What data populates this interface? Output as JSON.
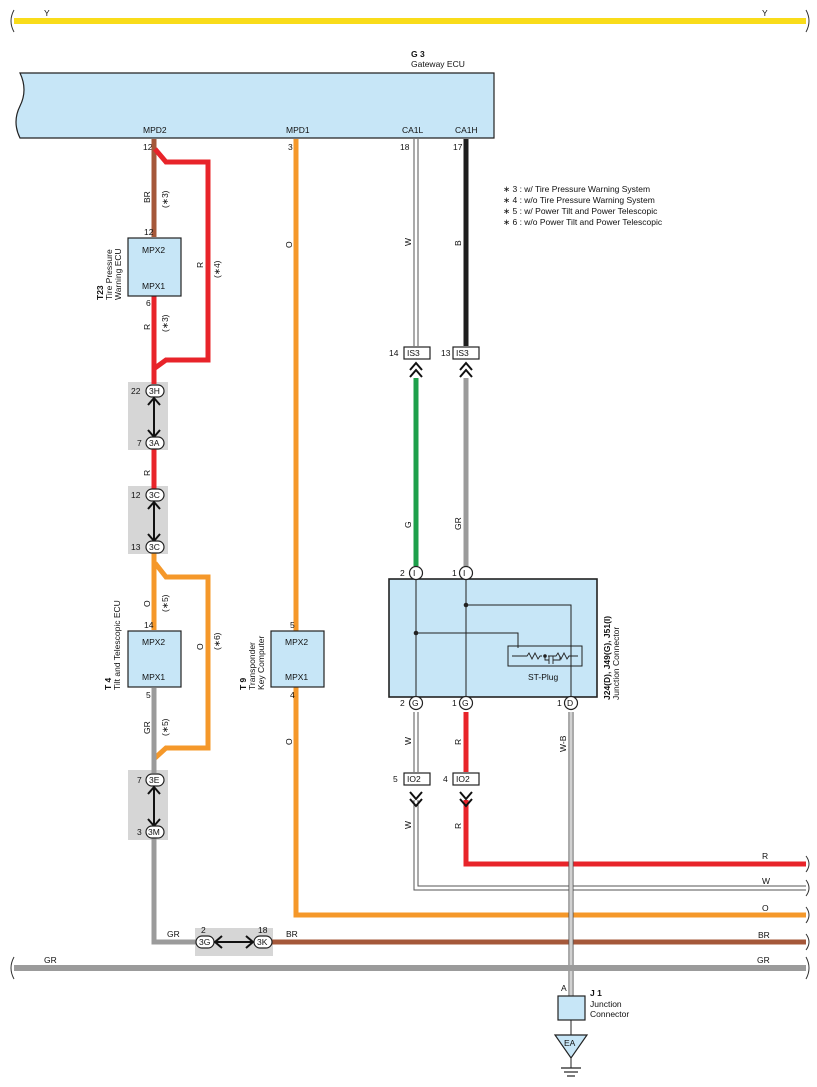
{
  "colors": {
    "Y": "#f9dc1a",
    "BR": "#a5583a",
    "R": "#e8242a",
    "O": "#f5982a",
    "W": "#ffffff",
    "B": "#1e1e1e",
    "G": "#1ea04b",
    "GR": "#9b9b9b",
    "ecu_fill": "#c7e6f7",
    "conn_bg": "#d6d6d6"
  },
  "top_bus": {
    "left": "Y",
    "right": "Y"
  },
  "bottom_bus": {
    "left": "GR",
    "right": "GR"
  },
  "gateway": {
    "code": "G 3",
    "name": "Gateway ECU",
    "terminals": [
      "MPD2",
      "MPD1",
      "CA1L",
      "CA1H"
    ],
    "pins": [
      "12",
      "3",
      "18",
      "17"
    ]
  },
  "notes": [
    "∗ 3 : w/ Tire Pressure Warning System",
    "∗ 4 : w/o Tire Pressure Warning System",
    "∗ 5 : w/ Power Tilt and Power Telescopic",
    "∗ 6 : w/o Power Tilt and Power Telescopic"
  ],
  "t23": {
    "code": "T23",
    "line1": "Tire Pressure",
    "line2": "Warning ECU",
    "top": "MPX2",
    "bottom": "MPX1",
    "pin_top": "12",
    "pin_bottom": "6"
  },
  "t4": {
    "code": "T 4",
    "name": "Tilt and Telescopic ECU",
    "top": "MPX2",
    "bottom": "MPX1",
    "pin_top": "14",
    "pin_bottom": "5"
  },
  "t9": {
    "code": "T 9",
    "line1": "Transponder",
    "line2": "Key Computer",
    "top": "MPX2",
    "bottom": "MPX1",
    "pin_top": "5",
    "pin_bottom": "4"
  },
  "junction": {
    "code": "J24(D), J49(G), J51(I)",
    "name": "Junction Connector",
    "plug": "ST-Plug",
    "top_pins": [
      {
        "num": "2",
        "id": "I"
      },
      {
        "num": "1",
        "id": "I"
      }
    ],
    "bottom_pins": [
      {
        "num": "2",
        "id": "G"
      },
      {
        "num": "1",
        "id": "G"
      },
      {
        "num": "1",
        "id": "D"
      }
    ]
  },
  "j1": {
    "code": "J 1",
    "line1": "Junction",
    "line2": "Connector",
    "pin": "A",
    "ground": "EA"
  },
  "connectors": {
    "c3H": {
      "pin": "22",
      "id": "3H"
    },
    "c3A": {
      "pin": "7",
      "id": "3A"
    },
    "c3C_top": {
      "pin": "12",
      "id": "3C"
    },
    "c3C_bot": {
      "pin": "13",
      "id": "3C"
    },
    "c3E": {
      "pin": "7",
      "id": "3E"
    },
    "c3M": {
      "pin": "3",
      "id": "3M"
    },
    "c3G": {
      "pin": "2",
      "id": "3G"
    },
    "c3K": {
      "pin": "18",
      "id": "3K"
    },
    "is3_l": {
      "pin": "14",
      "id": "IS3"
    },
    "is3_r": {
      "pin": "13",
      "id": "IS3"
    },
    "io2_l": {
      "pin": "5",
      "id": "IO2"
    },
    "io2_r": {
      "pin": "4",
      "id": "IO2"
    }
  },
  "wire_labels": {
    "mpd2_br": "BR",
    "mpd2_br_note": "(∗3)",
    "bypass_r": "R",
    "bypass_r_note": "(∗4)",
    "t23_r": "R",
    "t23_r_note": "(∗3)",
    "r_3a_3c": "R",
    "mpd1_o_top": "O",
    "mpd1_o_bot": "O",
    "ca1l_w": "W",
    "ca1h_b": "B",
    "g_wire": "G",
    "gr_wire": "GR",
    "t4_o": "O",
    "t4_o_note": "(∗5)",
    "bypass_o": "O",
    "bypass_o_note": "(∗6)",
    "t4_gr": "GR",
    "t4_gr_note": "(∗5)",
    "jc_w1": "W",
    "jc_w2": "W",
    "jc_r1": "R",
    "jc_r2": "R",
    "jc_wb": "W-B",
    "right_r": "R",
    "right_w": "W",
    "right_o": "O",
    "right_br": "BR",
    "gr_left": "GR",
    "br_mid": "BR"
  }
}
